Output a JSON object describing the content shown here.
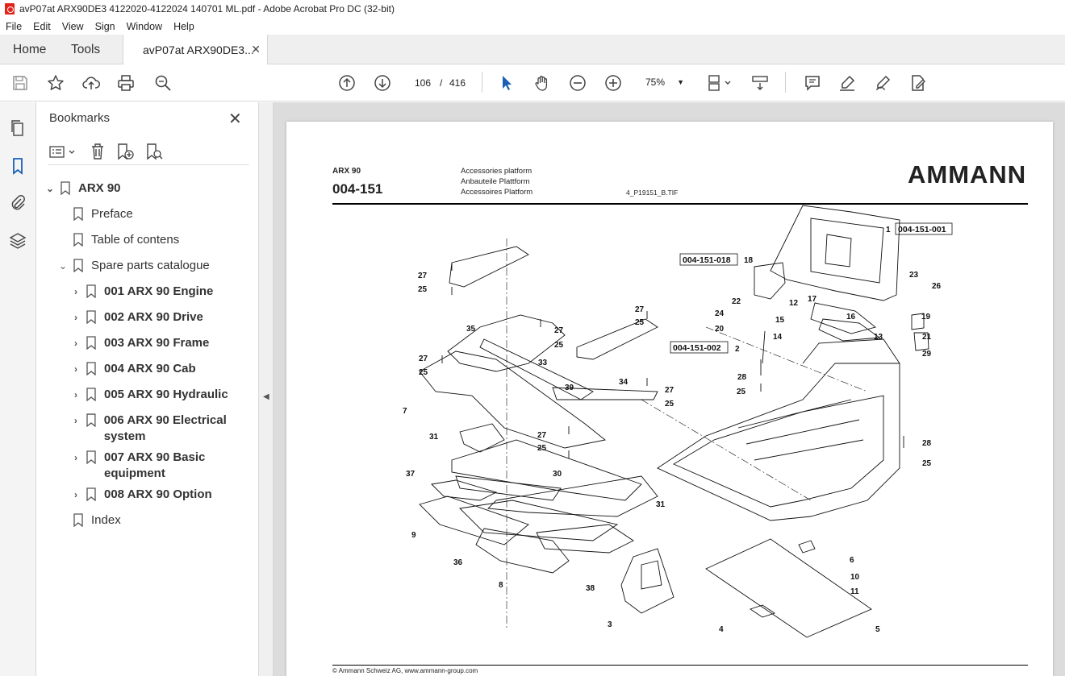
{
  "window": {
    "title": "avP07at ARX90DE3 4122020-4122024 140701 ML.pdf - Adobe Acrobat Pro DC (32-bit)"
  },
  "menu": [
    "File",
    "Edit",
    "View",
    "Sign",
    "Window",
    "Help"
  ],
  "tabs": {
    "home": "Home",
    "tools": "Tools",
    "document": "avP07at ARX90DE3..."
  },
  "toolbar": {
    "page_current": "106",
    "page_sep": "/",
    "page_total": "416",
    "zoom": "75%"
  },
  "bookmarks": {
    "title": "Bookmarks",
    "items": [
      {
        "label": "ARX 90"
      },
      {
        "label": "Preface"
      },
      {
        "label": "Table of contens"
      },
      {
        "label": "Spare parts catalogue"
      },
      {
        "label": "001 ARX 90 Engine"
      },
      {
        "label": "002 ARX 90 Drive"
      },
      {
        "label": "003 ARX 90 Frame"
      },
      {
        "label": "004 ARX 90 Cab"
      },
      {
        "label": "005 ARX 90 Hydraulic"
      },
      {
        "label": "006 ARX 90 Electrical system"
      },
      {
        "label": "007 ARX 90 Basic equipment"
      },
      {
        "label": "008 ARX 90 Option"
      },
      {
        "label": "Index"
      }
    ]
  },
  "document": {
    "model": "ARX 90",
    "number": "004-151",
    "desc": [
      "Accessories platform",
      "Anbauteile Plattform",
      "Accessoires Platform"
    ],
    "file": "4_P19151_B.TIF",
    "logo": "AMMANN",
    "footer": "© Ammann Schweiz AG, www.ammann-group.com",
    "refs": [
      "004-151-001",
      "004-151-018",
      "004-151-002"
    ],
    "callouts": [
      "1",
      "2",
      "3",
      "4",
      "5",
      "6",
      "7",
      "8",
      "9",
      "10",
      "11",
      "12",
      "13",
      "14",
      "15",
      "16",
      "17",
      "18",
      "19",
      "20",
      "21",
      "22",
      "23",
      "24",
      "25",
      "26",
      "27",
      "28",
      "29",
      "30",
      "31",
      "33",
      "34",
      "35",
      "36",
      "37",
      "38",
      "39"
    ]
  }
}
